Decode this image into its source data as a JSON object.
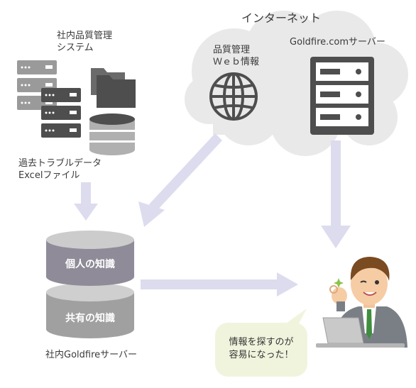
{
  "internet": {
    "title": "インターネット",
    "web": {
      "line1": "品質管理",
      "line2": "Ｗｅｂ情報"
    },
    "server_label": "Goldfire.comサーバー"
  },
  "internal_system": {
    "line1": "社内品質管理",
    "line2": "システム"
  },
  "excel": {
    "line1": "過去トラブルデータ",
    "line2": "Excelファイル"
  },
  "knowledge": {
    "personal": "個人の知識",
    "shared": "共有の知識",
    "server_label": "社内Goldfireサーバー"
  },
  "speech": {
    "line1": "情報を探すのが",
    "line2": "容易になった！"
  },
  "colors": {
    "cloud": "#e9e9e9",
    "arrow": "#dcdcee",
    "server_dark": "#4e4e4e",
    "server_gray": "#9a9a9a",
    "cyl_top": "#cccccc",
    "cyl_personal": "#8f8b98",
    "cyl_shared": "#a0a0a0",
    "bubble": "#f1f4dd"
  }
}
